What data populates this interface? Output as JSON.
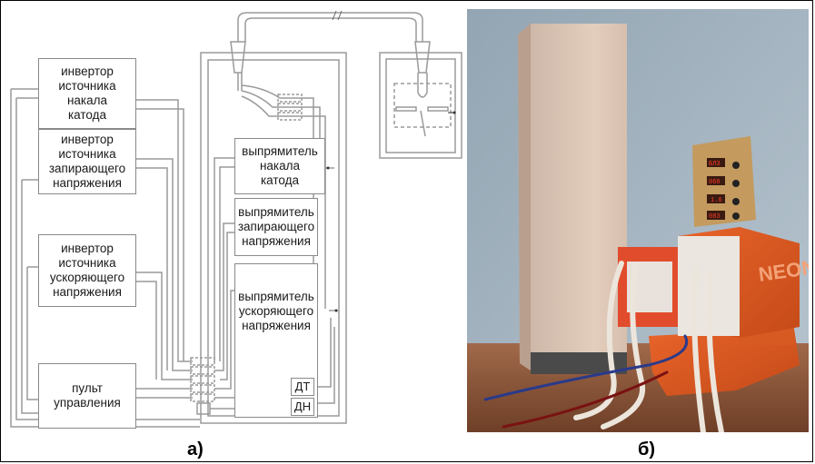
{
  "diagram": {
    "blocks": {
      "inv_cathode": "инвертор\nисточника\nнакала\nкатода",
      "inv_lock": "инвертор\nисточника\nзапирающего\nнапряжения",
      "inv_accel": "инвертор\nисточника\nускоряющего\nнапряжения",
      "control": "пульт\nуправления",
      "rect_cathode": "выпрямитель\nнакала\nкатода",
      "rect_lock": "выпрямитель\nзапирающего\nнапряжения",
      "rect_accel": "выпрямитель\nускоряющего\nнапряжения",
      "dt": "ДТ",
      "dn": "ДН"
    }
  },
  "photo": {
    "device_brand": "NEON",
    "displays": [
      "БЛЗ",
      "060",
      "1.6",
      "083"
    ]
  },
  "captions": {
    "a": "а)",
    "b": "б)"
  }
}
